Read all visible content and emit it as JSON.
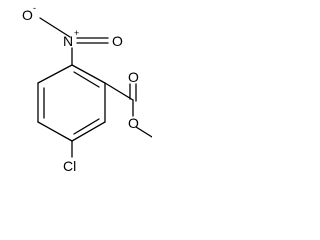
{
  "molecule": {
    "atoms": {
      "nitro_oxygen_minus": {
        "symbol": "O",
        "charge": "-"
      },
      "nitro_nitrogen": {
        "symbol": "N",
        "charge": "+"
      },
      "nitro_oxygen_double": {
        "symbol": "O"
      },
      "carbonyl_oxygen": {
        "symbol": "O"
      },
      "ester_oxygen": {
        "symbol": "O"
      },
      "chlorine": {
        "symbol": "Cl"
      }
    },
    "colors": {
      "bond": "#000000",
      "label": "#000000",
      "background": "#ffffff"
    }
  }
}
